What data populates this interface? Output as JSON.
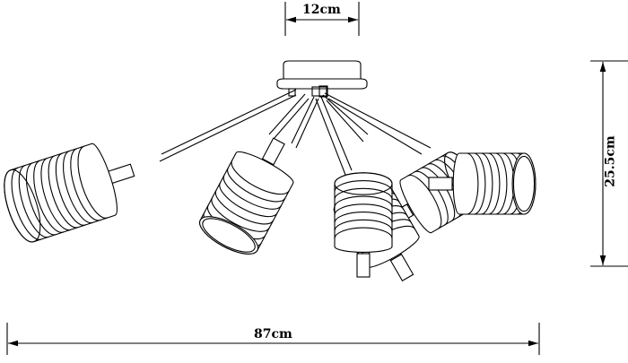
{
  "dimensions": {
    "canopy_width": "12cm",
    "height": "25.5cm",
    "total_width": "87cm"
  },
  "colors": {
    "line": "#000000",
    "background": "#ffffff"
  }
}
